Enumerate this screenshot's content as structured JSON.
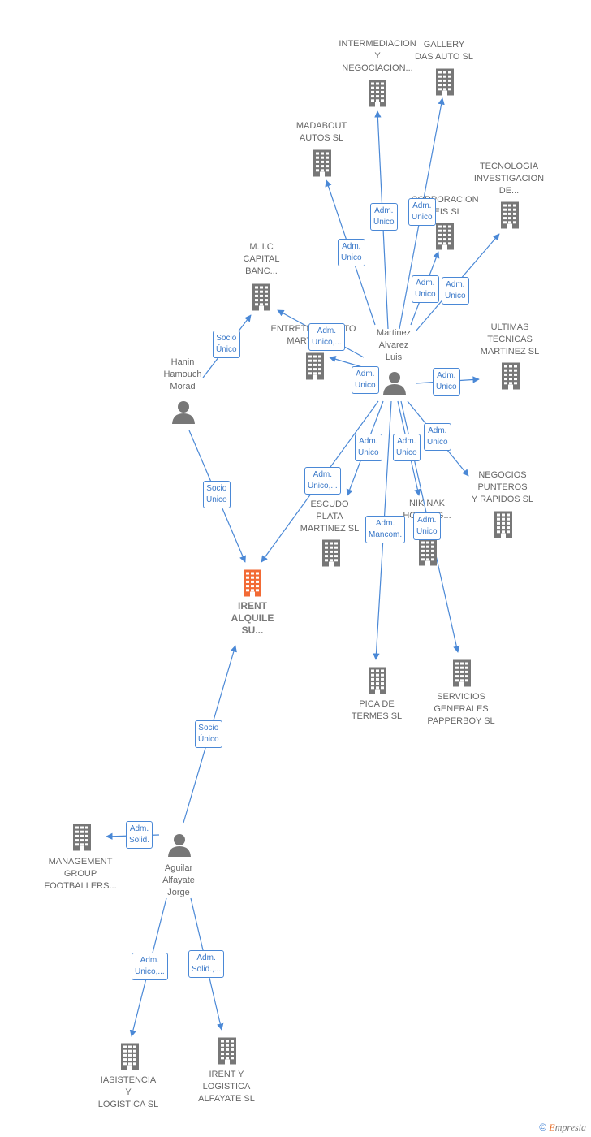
{
  "colors": {
    "edge": "#4a88d6",
    "building": "#777777",
    "focus": "#f26a35",
    "person": "#777777"
  },
  "nodes": [
    {
      "id": "irent",
      "type": "company",
      "focus": true,
      "label": "IRENT\nALQUILE\nSU..."
    },
    {
      "id": "intermediacion",
      "type": "company",
      "label": "INTERMEDIACION\nY\nNEGOCIACION..."
    },
    {
      "id": "gallery",
      "type": "company",
      "label": "GALLERY\nDAS AUTO  SL"
    },
    {
      "id": "madabout",
      "type": "company",
      "label": "MADABOUT\nAUTOS SL"
    },
    {
      "id": "tecnologia",
      "type": "company",
      "label": "TECNOLOGIA\nINVESTIGACION\nDE..."
    },
    {
      "id": "corporacion",
      "type": "company",
      "label": "CORPORACION\nSEIS  SL"
    },
    {
      "id": "mic",
      "type": "company",
      "label": "M. I.C\nCAPITAL\nBANC..."
    },
    {
      "id": "entretenimiento",
      "type": "company",
      "label": "ENTRETENIMIENTO\nMARTINEZ..."
    },
    {
      "id": "ultimas",
      "type": "company",
      "label": "ULTIMAS\nTECNICAS\nMARTINEZ SL"
    },
    {
      "id": "negocios",
      "type": "company",
      "label": "NEGOCIOS\nPUNTEROS\nY RAPIDOS  SL"
    },
    {
      "id": "escudo",
      "type": "company",
      "label": "ESCUDO\nPLATA\nMARTINEZ SL"
    },
    {
      "id": "niknak",
      "type": "company",
      "label": "NIK NAK\nHOLDING..."
    },
    {
      "id": "pica",
      "type": "company",
      "label": "PICA DE\nTERMES  SL"
    },
    {
      "id": "servicios",
      "type": "company",
      "label": "SERVICIOS\nGENERALES\nPAPPERBOY SL"
    },
    {
      "id": "management",
      "type": "company",
      "label": "MANAGEMENT\nGROUP\nFOOTBALLERS..."
    },
    {
      "id": "iasistencia",
      "type": "company",
      "label": "IASISTENCIA\nY\nLOGISTICA  SL"
    },
    {
      "id": "irentlog",
      "type": "company",
      "label": "IRENT Y\nLOGISTICA\nALFAYATE  SL"
    },
    {
      "id": "martinez",
      "type": "person",
      "label": "Martinez\nAlvarez\nLuis"
    },
    {
      "id": "hanin",
      "type": "person",
      "label": "Hanin\nHamouch\nMorad"
    },
    {
      "id": "aguilar",
      "type": "person",
      "label": "Aguilar\nAlfayate\nJorge"
    }
  ],
  "edges": [
    {
      "from": "martinez",
      "to": "intermediacion",
      "label": "Adm.\nUnico"
    },
    {
      "from": "martinez",
      "to": "gallery",
      "label": "Adm.\nUnico"
    },
    {
      "from": "martinez",
      "to": "madabout",
      "label": "Adm.\nUnico"
    },
    {
      "from": "martinez",
      "to": "corporacion",
      "label": "Adm.\nUnico"
    },
    {
      "from": "martinez",
      "to": "tecnologia",
      "label": "Adm.\nUnico"
    },
    {
      "from": "martinez",
      "to": "mic",
      "label": "Adm.\nUnico,..."
    },
    {
      "from": "martinez",
      "to": "entretenimiento",
      "label": "Adm.\nUnico"
    },
    {
      "from": "martinez",
      "to": "ultimas",
      "label": "Adm.\nUnico"
    },
    {
      "from": "martinez",
      "to": "negocios",
      "label": "Adm.\nUnico"
    },
    {
      "from": "martinez",
      "to": "escudo",
      "label": "Adm.\nUnico"
    },
    {
      "from": "martinez",
      "to": "niknak",
      "label": "Adm.\nUnico"
    },
    {
      "from": "martinez",
      "to": "irent",
      "label": "Adm.\nUnico,..."
    },
    {
      "from": "martinez",
      "to": "pica",
      "label": "Adm.\nMancom."
    },
    {
      "from": "martinez",
      "to": "servicios",
      "label": "Adm.\nUnico"
    },
    {
      "from": "hanin",
      "to": "mic",
      "label": "Socio\nÚnico"
    },
    {
      "from": "hanin",
      "to": "irent",
      "label": "Socio\nÚnico"
    },
    {
      "from": "aguilar",
      "to": "irent",
      "label": "Socio\nÚnico"
    },
    {
      "from": "aguilar",
      "to": "management",
      "label": "Adm.\nSolid."
    },
    {
      "from": "aguilar",
      "to": "iasistencia",
      "label": "Adm.\nUnico,..."
    },
    {
      "from": "aguilar",
      "to": "irentlog",
      "label": "Adm.\nSolid.,..."
    }
  ],
  "footer": {
    "copyright": "©",
    "brand_initial": "E",
    "brand_rest": "mpresia"
  }
}
